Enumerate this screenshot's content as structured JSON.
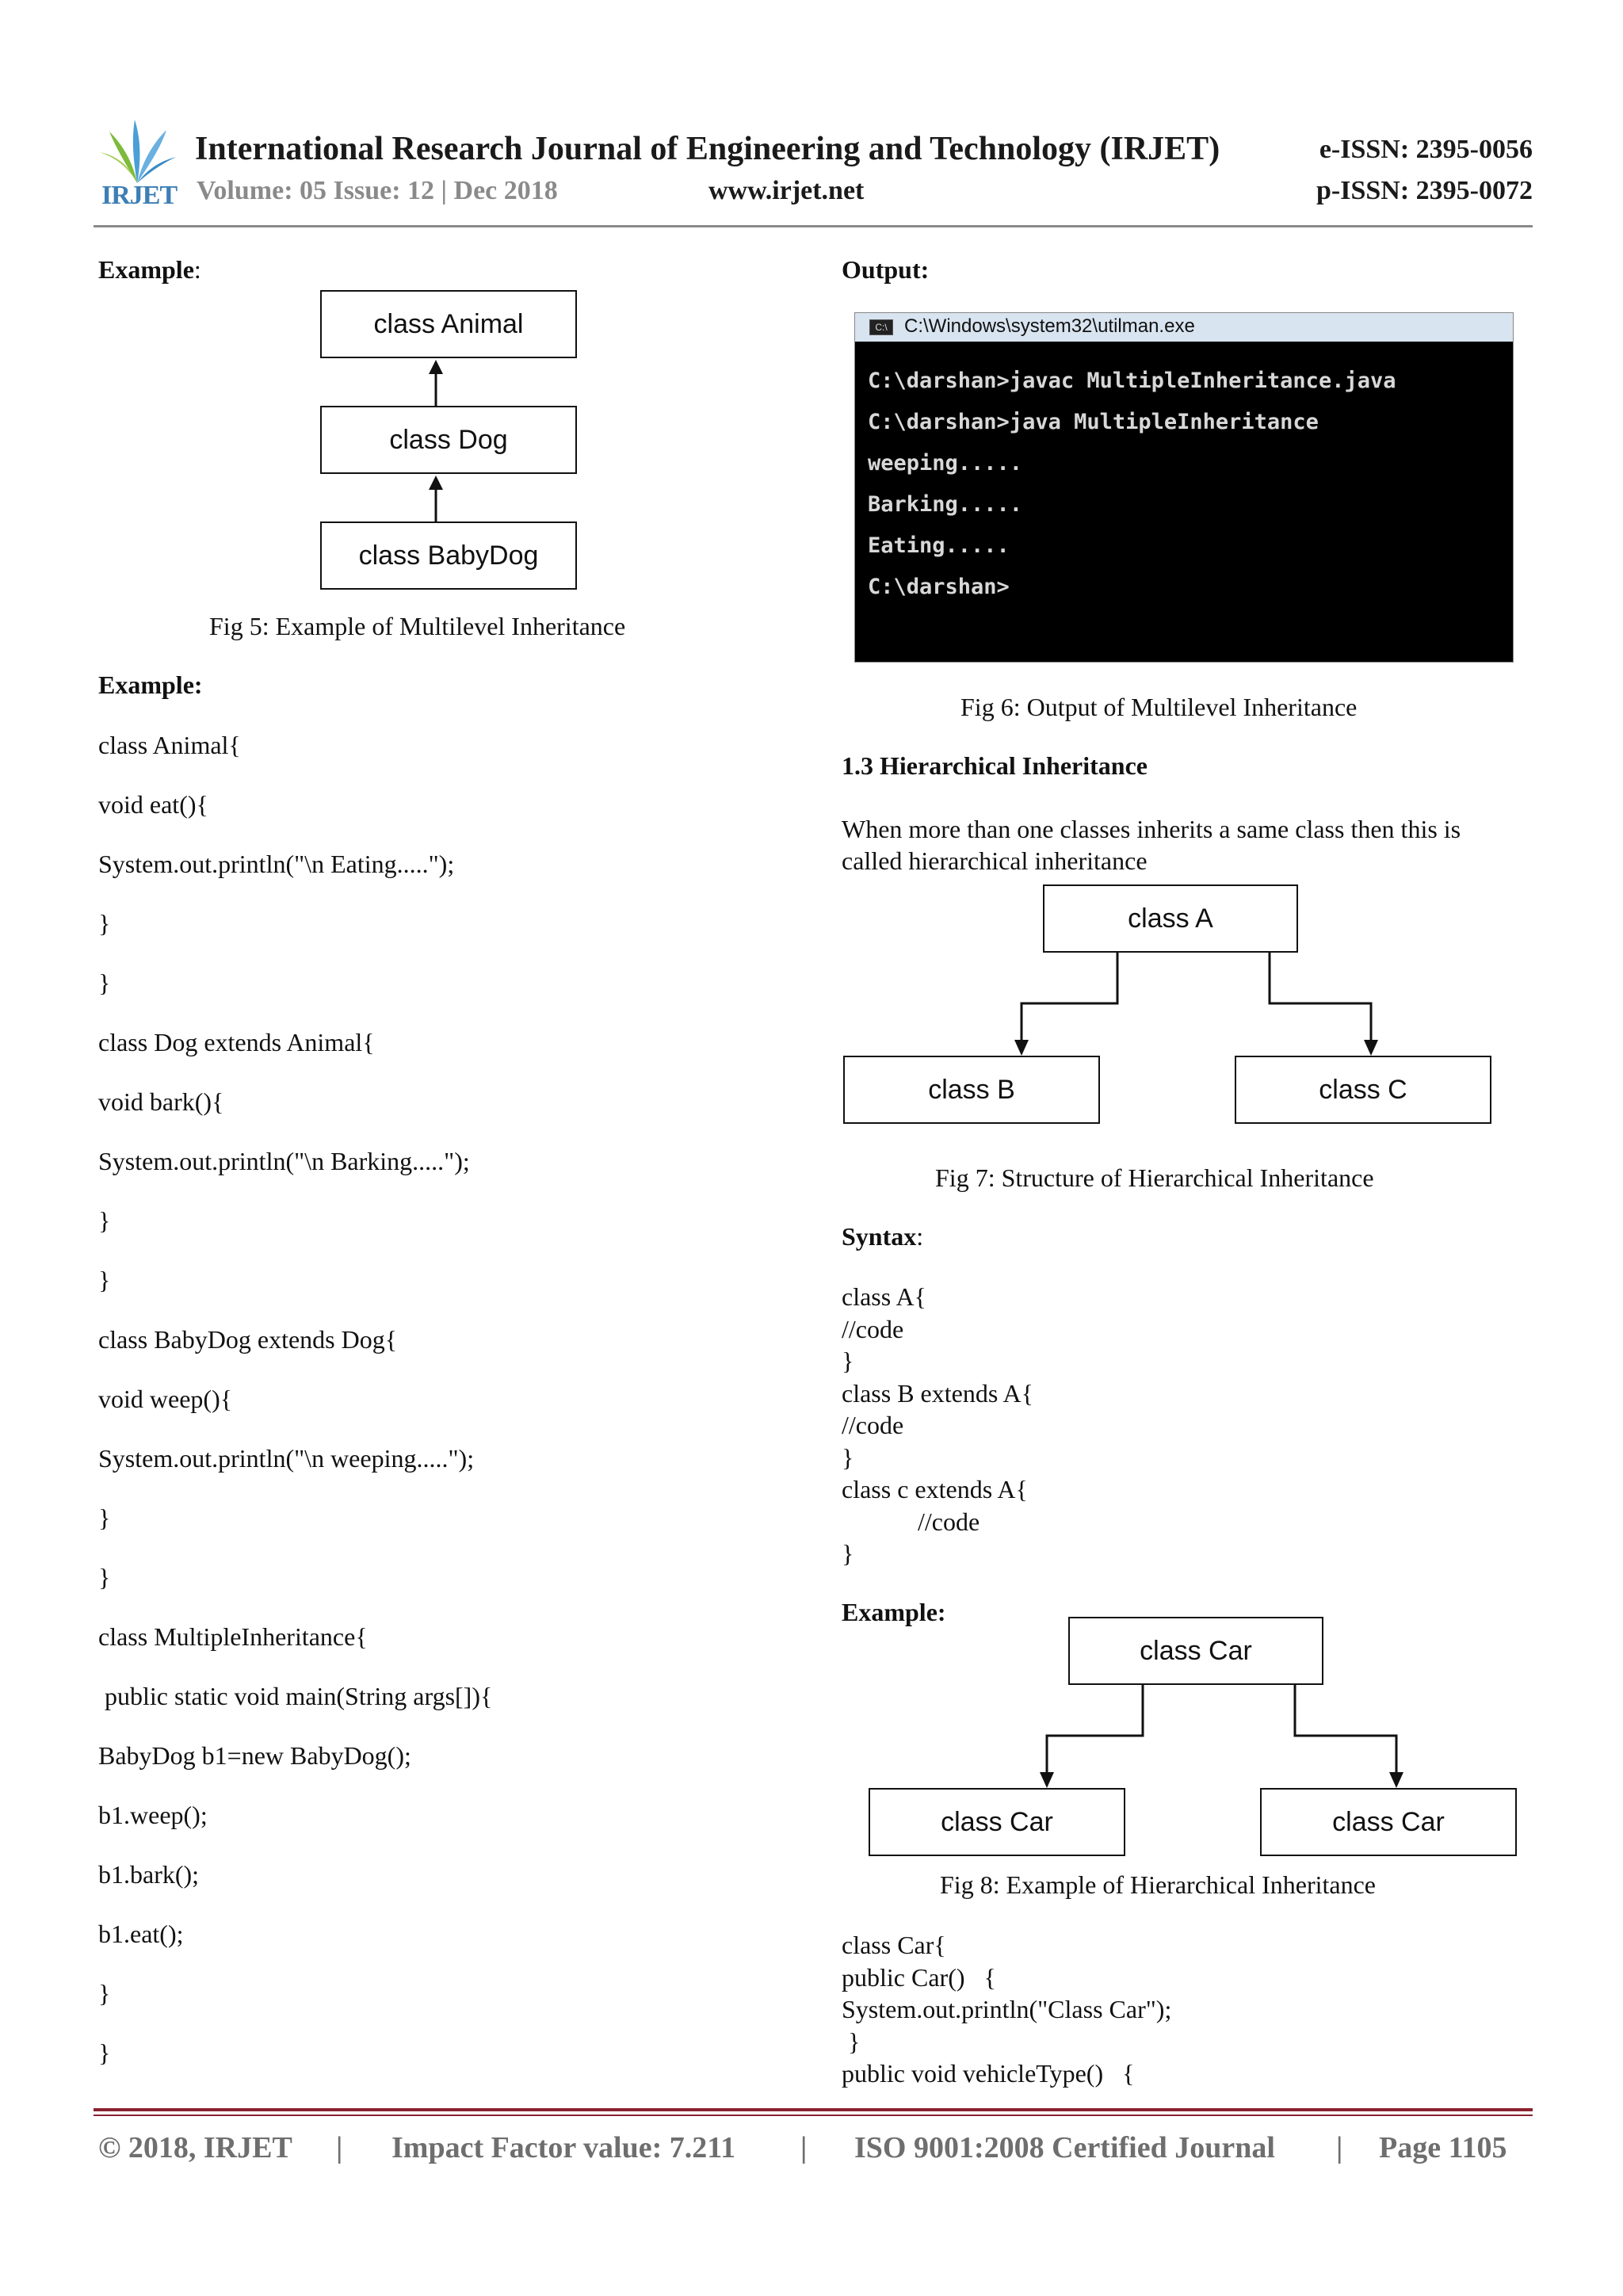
{
  "header": {
    "logo_text": "IRJET",
    "journal_title": "International Research Journal of Engineering and Technology (IRJET)",
    "e_issn": "e-ISSN: 2395-0056",
    "volume": "Volume: 05 Issue: 12 | Dec 2018",
    "website": "www.irjet.net",
    "p_issn": "p-ISSN: 2395-0072"
  },
  "left": {
    "example1_label": "Example",
    "example1_colon": ":",
    "fig5": {
      "boxes": [
        "class  Animal",
        "class  Dog",
        "class  BabyDog"
      ],
      "caption": "Fig 5: Example of Multilevel Inheritance"
    },
    "example2_label": "Example:",
    "code_lines": [
      "class Animal{",
      "void eat(){",
      "System.out.println(\"\\n Eating.....\");",
      "}",
      "}",
      "class Dog extends Animal{",
      "void bark(){",
      "System.out.println(\"\\n Barking.....\");",
      "}",
      "}",
      "class BabyDog extends Dog{",
      "void weep(){",
      "System.out.println(\"\\n weeping.....\");",
      "}",
      "}",
      "class MultipleInheritance{",
      " public static void main(String args[]){",
      "BabyDog b1=new BabyDog();",
      "b1.weep();",
      "b1.bark();",
      "b1.eat();",
      "}",
      "}"
    ]
  },
  "right": {
    "output_label": "Output:",
    "terminal": {
      "title": "C:\\Windows\\system32\\utilman.exe",
      "icon_text": "C:\\",
      "lines": [
        "C:\\darshan>javac MultipleInheritance.java",
        "C:\\darshan>java MultipleInheritance",
        " weeping.....",
        " Barking.....",
        " Eating.....",
        "C:\\darshan>"
      ]
    },
    "fig6_caption": "Fig 6: Output of Multilevel Inheritance",
    "section_heading": "1.3  Hierarchical Inheritance",
    "paragraph_line1": "When more than one classes inherits a same class then this is",
    "paragraph_line2": "called hierarchical inheritance",
    "fig7": {
      "top": "class A",
      "left": "class B",
      "right": "class C",
      "caption": "Fig 7: Structure of Hierarchical Inheritance"
    },
    "syntax_label": "Syntax",
    "syntax_colon": ":",
    "syntax_lines": [
      "class A{",
      "//code",
      "}",
      "class B extends A{",
      "//code",
      "}",
      "class c extends A{",
      "            //code",
      "}"
    ],
    "example_label": "Example:",
    "fig8": {
      "top": "class  Car",
      "left": "class  Car",
      "right": "class  Car",
      "caption": "Fig 8: Example of Hierarchical Inheritance"
    },
    "car_code_lines": [
      "class Car{",
      "public Car()   {",
      "System.out.println(\"Class Car\");",
      " }",
      "public void vehicleType()   {"
    ]
  },
  "footer": {
    "copyright": "© 2018, IRJET",
    "impact": "Impact Factor value: 7.211",
    "iso": "ISO 9001:2008 Certified Journal",
    "page": "Page 1105",
    "separator": "|"
  }
}
